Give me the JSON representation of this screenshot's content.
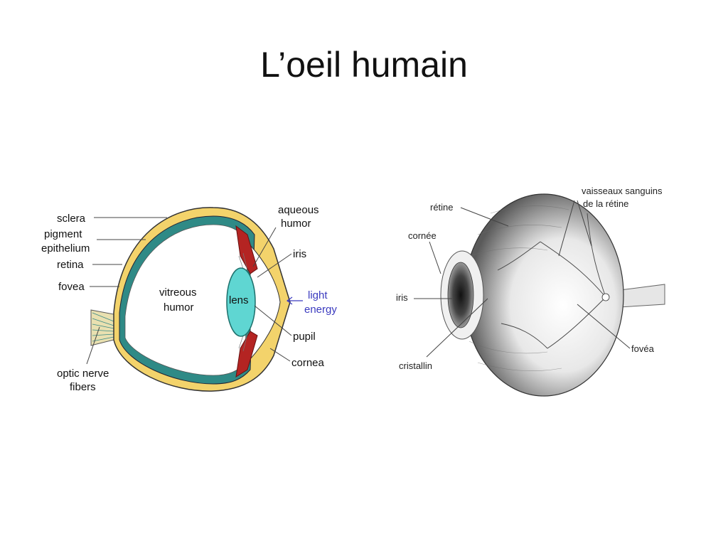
{
  "slide": {
    "title": "L’oeil humain"
  },
  "diagram_left": {
    "labels": {
      "sclera": "sclera",
      "pigment": "pigment",
      "epithelium": "epithelium",
      "retina": "retina",
      "fovea": "fovea",
      "optic_nerve": "optic nerve",
      "fibers": "fibers",
      "vitreous": "vitreous",
      "humor": "humor",
      "lens": "lens",
      "aqueous": "aqueous",
      "aqueous_humor": "humor",
      "iris": "iris",
      "light": "light",
      "energy": "energy",
      "pupil": "pupil",
      "cornea": "cornea"
    },
    "colors": {
      "sclera": "#f3d36b",
      "retina": "#2f8a86",
      "lens": "#5fd6d2",
      "iris": "#b42422",
      "light": "#3b3bbf"
    }
  },
  "diagram_right": {
    "labels": {
      "retine": "rétine",
      "vaisseaux1": "vaisseaux sanguins",
      "vaisseaux2": "de la rétine",
      "cornee": "cornée",
      "iris": "iris",
      "cristallin": "cristallin",
      "fovea": "fovéa"
    }
  }
}
